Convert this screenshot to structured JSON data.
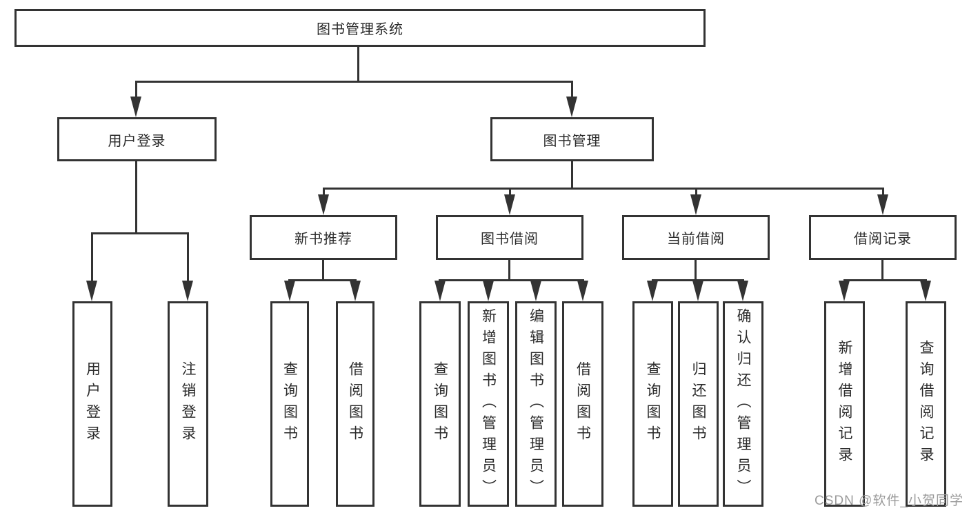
{
  "root": {
    "label": "图书管理系统"
  },
  "branches": {
    "user": {
      "label": "用户登录",
      "children": [
        {
          "label": "用户登录"
        },
        {
          "label": "注销登录"
        }
      ]
    },
    "book": {
      "label": "图书管理",
      "sections": [
        {
          "label": "新书推荐",
          "children": [
            {
              "label": "查询图书"
            },
            {
              "label": "借阅图书"
            }
          ]
        },
        {
          "label": "图书借阅",
          "children": [
            {
              "label": "查询图书"
            },
            {
              "label": "新增图书（管理员）"
            },
            {
              "label": "编辑图书（管理员）"
            },
            {
              "label": "借阅图书"
            }
          ]
        },
        {
          "label": "当前借阅",
          "children": [
            {
              "label": "查询图书"
            },
            {
              "label": "归还图书"
            },
            {
              "label": "确认归还（管理员）"
            }
          ]
        },
        {
          "label": "借阅记录",
          "children": [
            {
              "label": "新增借阅记录"
            },
            {
              "label": "查询借阅记录"
            }
          ]
        }
      ]
    }
  },
  "watermark": "CSDN @软件_小贺同学",
  "colors": {
    "line": "#333333",
    "text": "#2b2b2b",
    "background": "#ffffff",
    "watermark": "#9b9b9b"
  }
}
